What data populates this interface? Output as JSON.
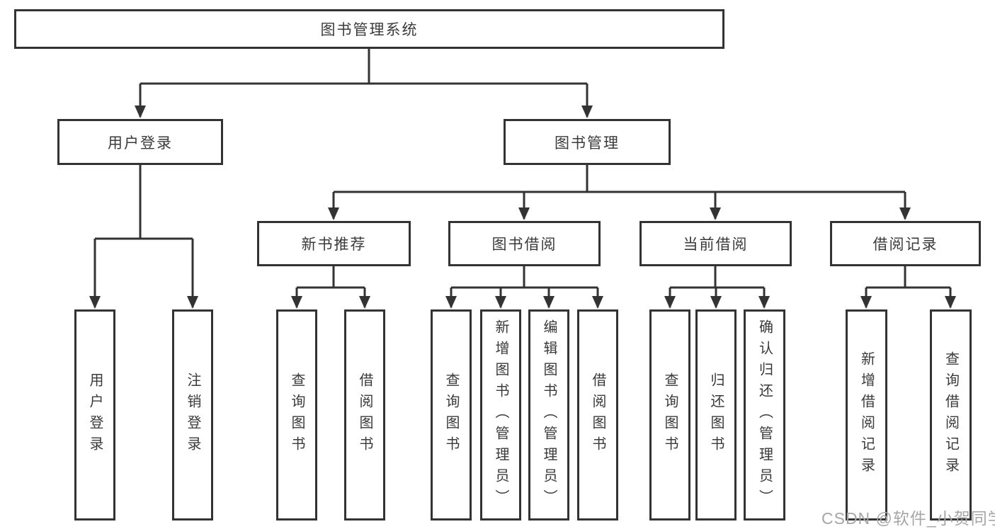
{
  "tree": {
    "root": {
      "label": "图书管理系统"
    },
    "branches": [
      {
        "label": "用户登录",
        "children": [
          {
            "label": "用户登录"
          },
          {
            "label": "注销登录"
          }
        ]
      },
      {
        "label": "图书管理",
        "children": [
          {
            "label": "新书推荐",
            "children": [
              {
                "label": "查询图书"
              },
              {
                "label": "借阅图书"
              }
            ]
          },
          {
            "label": "图书借阅",
            "children": [
              {
                "label": "查询图书"
              },
              {
                "label": "新增图书（管理员）"
              },
              {
                "label": "编辑图书（管理员）"
              },
              {
                "label": "借阅图书"
              }
            ]
          },
          {
            "label": "当前借阅",
            "children": [
              {
                "label": "查询图书"
              },
              {
                "label": "归还图书"
              },
              {
                "label": "确认归还（管理员）"
              }
            ]
          },
          {
            "label": "借阅记录",
            "children": [
              {
                "label": "新增借阅记录"
              },
              {
                "label": "查询借阅记录"
              }
            ]
          }
        ]
      }
    ]
  },
  "watermark": {
    "text": "CSDN @软件_小贺同学"
  },
  "style": {
    "line_color": "#333333",
    "text_color": "#3a3a3a",
    "box_background": "#ffffff",
    "watermark_color": "#a6a6a6"
  }
}
